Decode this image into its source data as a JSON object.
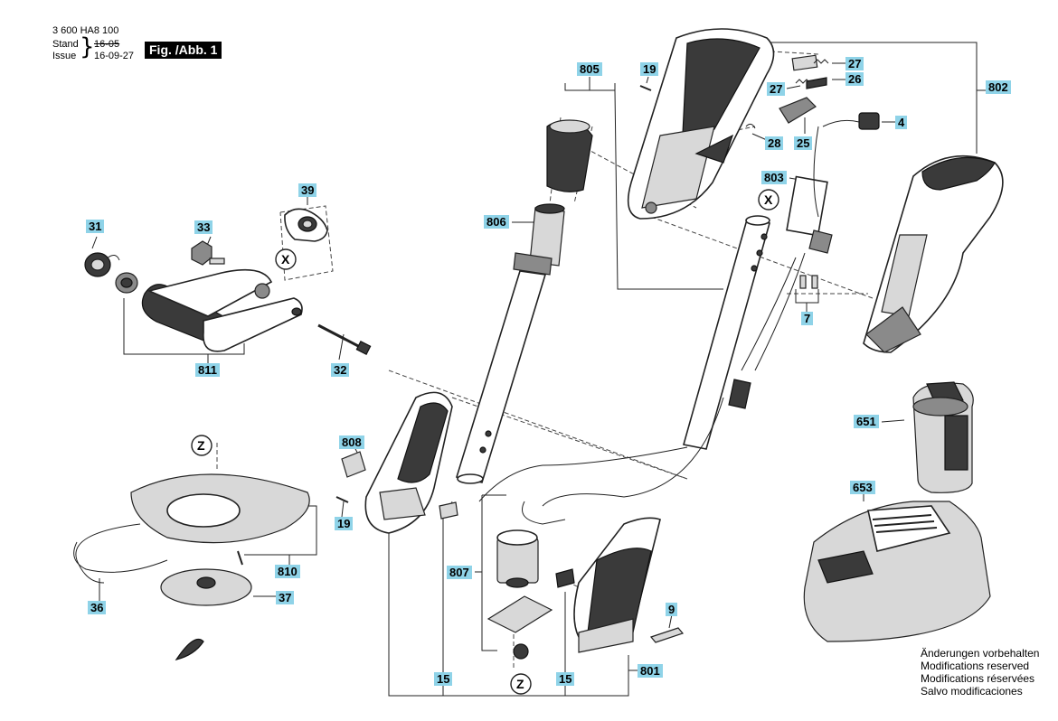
{
  "header": {
    "part_number": "3 600 HA8 100",
    "stand_label": "Stand",
    "issue_label": "Issue",
    "stand_date_struck": "16-05",
    "issue_date": "16-09-27",
    "figure_label": "Fig. /Abb. 1"
  },
  "callouts": {
    "c31": "31",
    "c33": "33",
    "c39": "39",
    "c811": "811",
    "c32": "32",
    "c805": "805",
    "c806": "806",
    "c19a": "19",
    "c19b": "19",
    "c27a": "27",
    "c27b": "27",
    "c26": "26",
    "c25": "25",
    "c28": "28",
    "c4": "4",
    "c802": "802",
    "c803": "803",
    "c7": "7",
    "c651": "651",
    "c653": "653",
    "c808": "808",
    "c810": "810",
    "c36": "36",
    "c37": "37",
    "c807": "807",
    "c9": "9",
    "c801": "801",
    "c15a": "15",
    "c15b": "15"
  },
  "markers": {
    "x1": "X",
    "x2": "X",
    "z1": "Z",
    "z2": "Z"
  },
  "notes": {
    "de": "Änderungen vorbehalten",
    "en": "Modifications reserved",
    "fr": "Modifications réservées",
    "es": "Salvo modificaciones"
  },
  "colors": {
    "callout_bg": "#8fd3e8",
    "figure_box": "#000000"
  }
}
